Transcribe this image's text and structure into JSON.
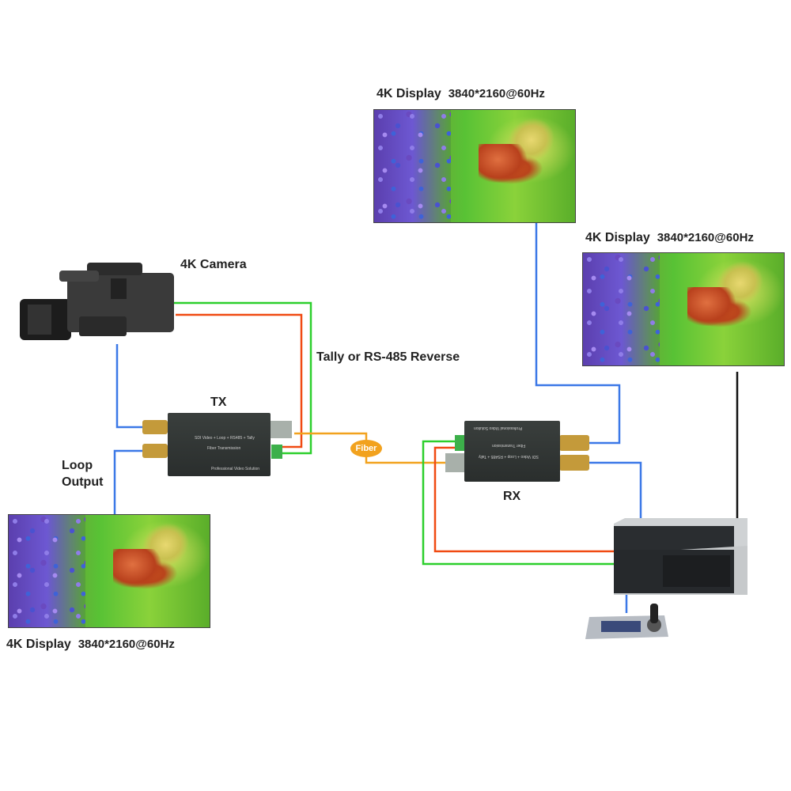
{
  "labels": {
    "camera": "4K Camera",
    "tx": "TX",
    "rx": "RX",
    "tally": "Tally or RS-485 Reverse",
    "fiber": "Fiber",
    "loop_output_line1": "Loop",
    "loop_output_line2": "Output"
  },
  "displays": [
    {
      "name": "4K Display",
      "resolution": "3840*2160@60Hz"
    },
    {
      "name": "4K Display",
      "resolution": "3840*2160@60Hz"
    },
    {
      "name": "4K Display",
      "resolution": "3840*2160@60Hz"
    }
  ],
  "tx_device": {
    "model_text": "SDI Video + Loop + RS485 + Tally",
    "sub_text": "Fiber Transmission",
    "brand_text": "Professional Video Solution"
  },
  "rx_device": {
    "model_text": "SDI Video + Loop + RS485 + Tally",
    "sub_text": "Fiber Transmission",
    "brand_text": "Professional Video Solution"
  },
  "colors": {
    "video": "#3b78e7",
    "tally_red": "#f04a12",
    "tally_green": "#2ccf2c",
    "fiber": "#f2a21e",
    "network": "#111111"
  }
}
